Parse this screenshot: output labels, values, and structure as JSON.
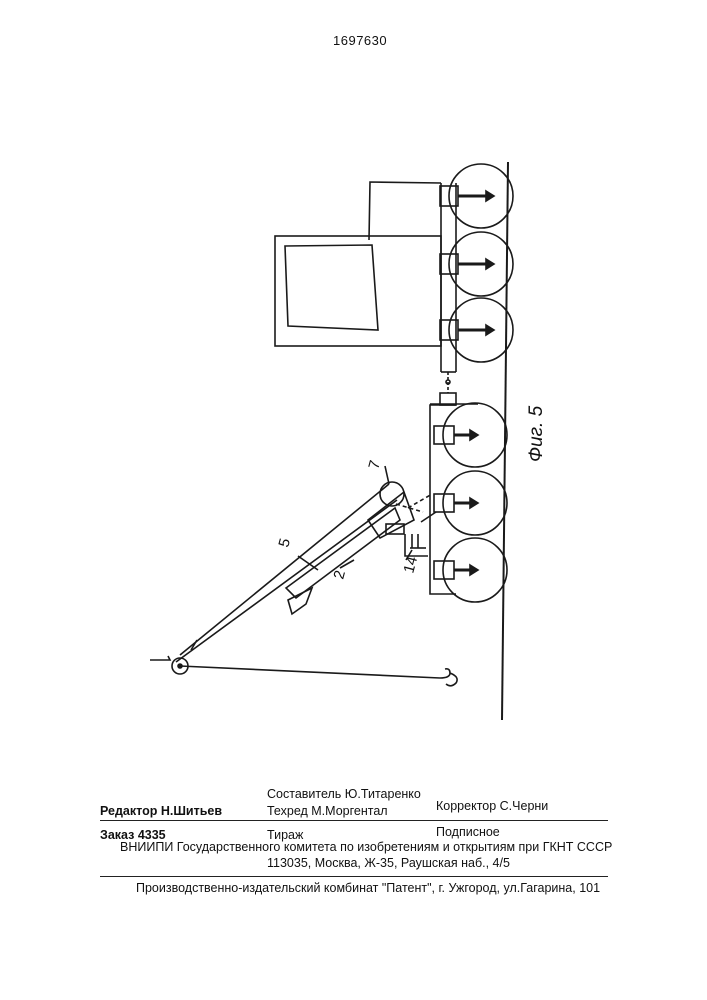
{
  "header": {
    "patent_number": "1697630"
  },
  "figure": {
    "caption": "Фиг. 5",
    "labels": {
      "boom_upper": "5",
      "boom_lower": "2",
      "pulley": "7",
      "mount": "14"
    }
  },
  "imprint": {
    "compiler": "Составитель Ю.Титаренко",
    "editor": "Редактор  Н.Шитьев",
    "techred": "Техред М.Моргентал",
    "corrector": "Корректор  С.Черни",
    "order": "Заказ  4335",
    "circulation": "Тираж",
    "subscription": "Подписное",
    "institution": "ВНИИПИ Государственного комитета по изобретениям и открытиям при ГКНТ СССР",
    "address": "113035, Москва, Ж-35, Раушская наб., 4/5",
    "publisher": "Производственно-издательский комбинат \"Патент\", г. Ужгород, ул.Гагарина, 101"
  }
}
